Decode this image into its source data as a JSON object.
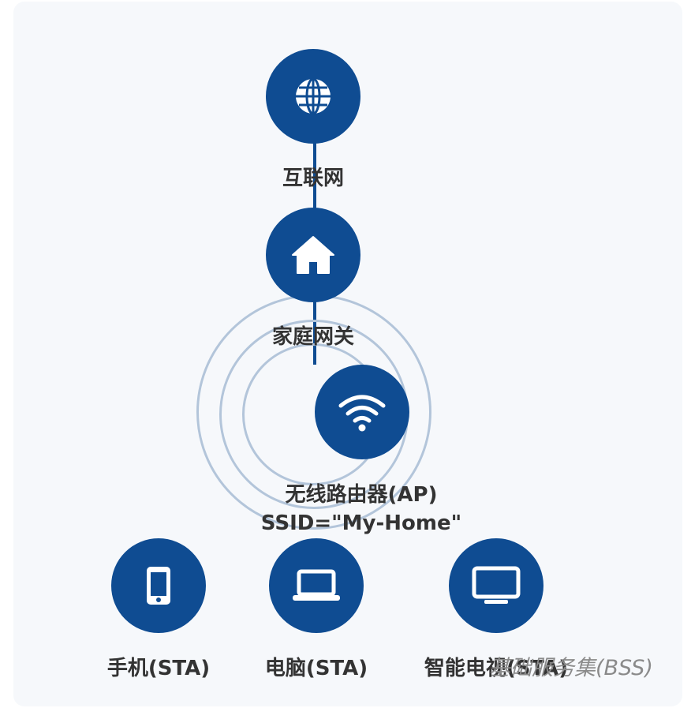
{
  "nodes": {
    "internet": {
      "label": "互联网",
      "icon": "globe-icon"
    },
    "gateway": {
      "label": "家庭网关",
      "icon": "house-icon"
    },
    "ap": {
      "label": "无线路由器(AP)",
      "ssid": "SSID=\"My-Home\"",
      "icon": "wifi-icon"
    },
    "stations": [
      {
        "label": "手机(STA)",
        "icon": "phone-icon"
      },
      {
        "label": "电脑(STA)",
        "icon": "laptop-icon"
      },
      {
        "label": "智能电视(STA)",
        "icon": "tv-icon"
      }
    ]
  },
  "bss_label": "基础服务集(BSS)",
  "colors": {
    "node": "#0f4c92",
    "ring": "#b3c5da",
    "panel": "#f6f8fb",
    "label": "#333333"
  }
}
